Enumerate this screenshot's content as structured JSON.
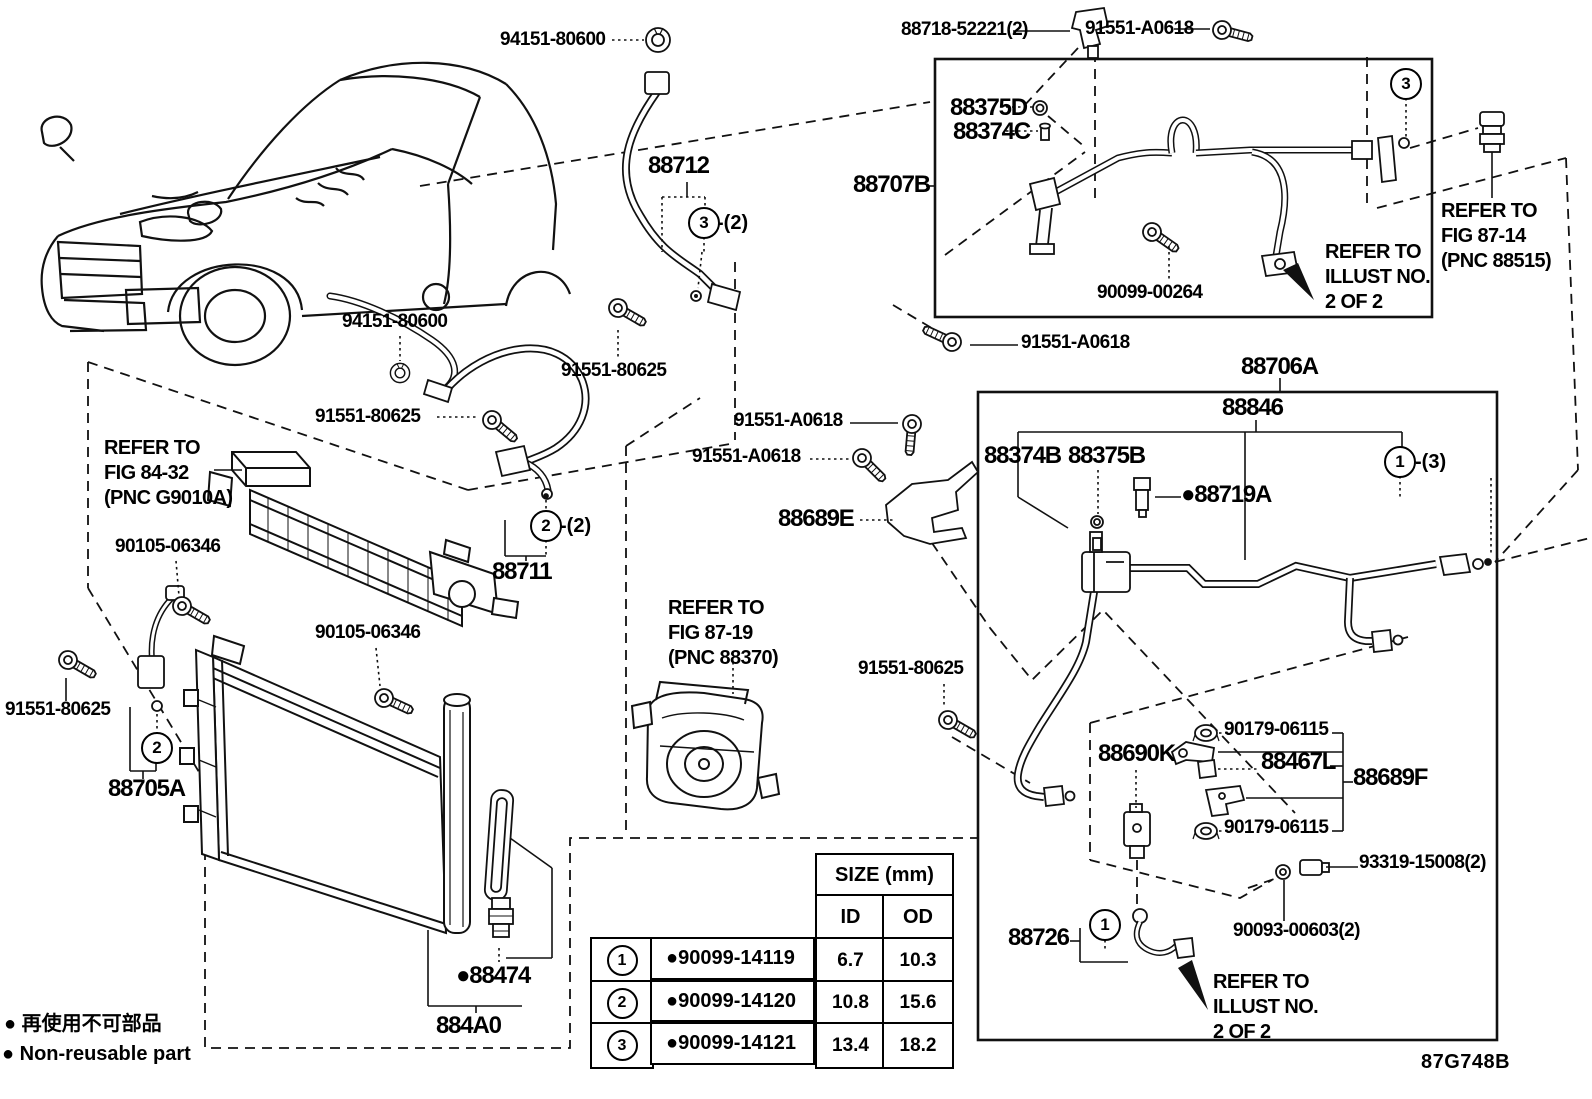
{
  "figure_code": "87G748B",
  "legend": {
    "jp": "● 再使用不可部品",
    "en": "● Non-reusable part"
  },
  "callout_suffixes": [
    "-(2)",
    "-(2)",
    "-(3)"
  ],
  "badges": [
    "3",
    "3",
    "2",
    "2",
    "1",
    "1"
  ],
  "labels": [
    {
      "text": "94151-80600"
    },
    {
      "text": "88718-52221(2)"
    },
    {
      "text": "91551-A0618"
    },
    {
      "text": "88712"
    },
    {
      "text": "88707B"
    },
    {
      "text": "88375D"
    },
    {
      "text": "88374C"
    },
    {
      "text": "90099-00264"
    },
    {
      "text": "91551-A0618"
    },
    {
      "text": "88706A"
    },
    {
      "text": "94151-80600"
    },
    {
      "text": "91551-80625"
    },
    {
      "text": "91551-80625"
    },
    {
      "text": "90105-06346"
    },
    {
      "text": "90105-06346"
    },
    {
      "text": "88711"
    },
    {
      "text": "91551-80625"
    },
    {
      "text": "88705A"
    },
    {
      "text": "91551-80625"
    },
    {
      "text": "91551-A0618"
    },
    {
      "text": "91551-A0618"
    },
    {
      "text": "88689E"
    },
    {
      "text": "88846"
    },
    {
      "text": "88374B"
    },
    {
      "text": "88375B"
    },
    {
      "text": "●88719A"
    },
    {
      "text": "90179-06115"
    },
    {
      "text": "88690K"
    },
    {
      "text": "88467L"
    },
    {
      "text": "88689F"
    },
    {
      "text": "90179-06115"
    },
    {
      "text": "93319-15008(2)"
    },
    {
      "text": "90093-00603(2)"
    },
    {
      "text": "88726"
    },
    {
      "text": "87G748B"
    },
    {
      "text": "●88474"
    },
    {
      "text": "884A0"
    }
  ],
  "notes": [
    {
      "lines": [
        "REFER TO",
        "ILLUST NO.",
        "2 OF 2"
      ]
    },
    {
      "lines": [
        "REFER TO",
        "FIG 87-14",
        "(PNC 88515)"
      ]
    },
    {
      "lines": [
        "REFER TO",
        "FIG 84-32",
        "(PNC G9010A)"
      ]
    },
    {
      "lines": [
        "REFER TO",
        "FIG 87-19",
        "(PNC 88370)"
      ]
    },
    {
      "lines": [
        "REFER TO",
        "ILLUST NO.",
        "2 OF 2"
      ]
    }
  ],
  "table": {
    "size_header": "SIZE (mm)",
    "col_id": "ID",
    "col_od": "OD",
    "rows": [
      {
        "badge": "1",
        "part": "●90099-14119",
        "id": "6.7",
        "od": "10.3"
      },
      {
        "badge": "2",
        "part": "●90099-14120",
        "id": "10.8",
        "od": "15.6"
      },
      {
        "badge": "3",
        "part": "●90099-14121",
        "id": "13.4",
        "od": "18.2"
      }
    ]
  }
}
